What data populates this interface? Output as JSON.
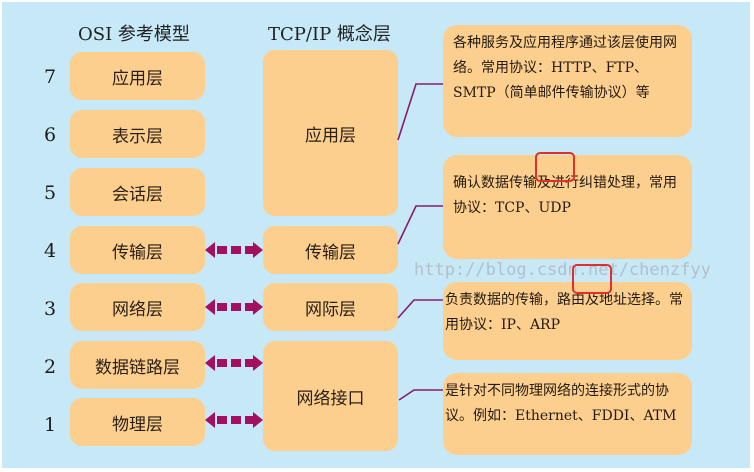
{
  "headers": {
    "osi": "OSI 参考模型",
    "tcpip": "TCP/IP 概念层"
  },
  "osi_layers": [
    {
      "num": "7",
      "label": "应用层"
    },
    {
      "num": "6",
      "label": "表示层"
    },
    {
      "num": "5",
      "label": "会话层"
    },
    {
      "num": "4",
      "label": "传输层"
    },
    {
      "num": "3",
      "label": "网络层"
    },
    {
      "num": "2",
      "label": "数据链路层"
    },
    {
      "num": "1",
      "label": "物理层"
    }
  ],
  "tcpip_layers": [
    {
      "label": "应用层"
    },
    {
      "label": "传输层"
    },
    {
      "label": "网际层"
    },
    {
      "label": "网络接口"
    }
  ],
  "descriptions": [
    "各种服务及应用程序通过该层使用网络。常用协议：HTTP、FTP、SMTP（简单邮件传输协议）等",
    "确认数据传输及进行纠错处理，常用协议：TCP、UDP",
    "负责数据的传输，路由及地址选择。常用协议：IP、ARP",
    "是针对不同物理网络的连接形式的协议。例如：Ethernet、FDDI、ATM"
  ],
  "watermark": "http://blog.csdn.net/chenzfyy",
  "colors": {
    "background": "#c6e8f7",
    "box": "#fdcf8e",
    "arrow": "#a3105f",
    "connector": "#8a1a6a",
    "highlight": "#e0302a"
  }
}
